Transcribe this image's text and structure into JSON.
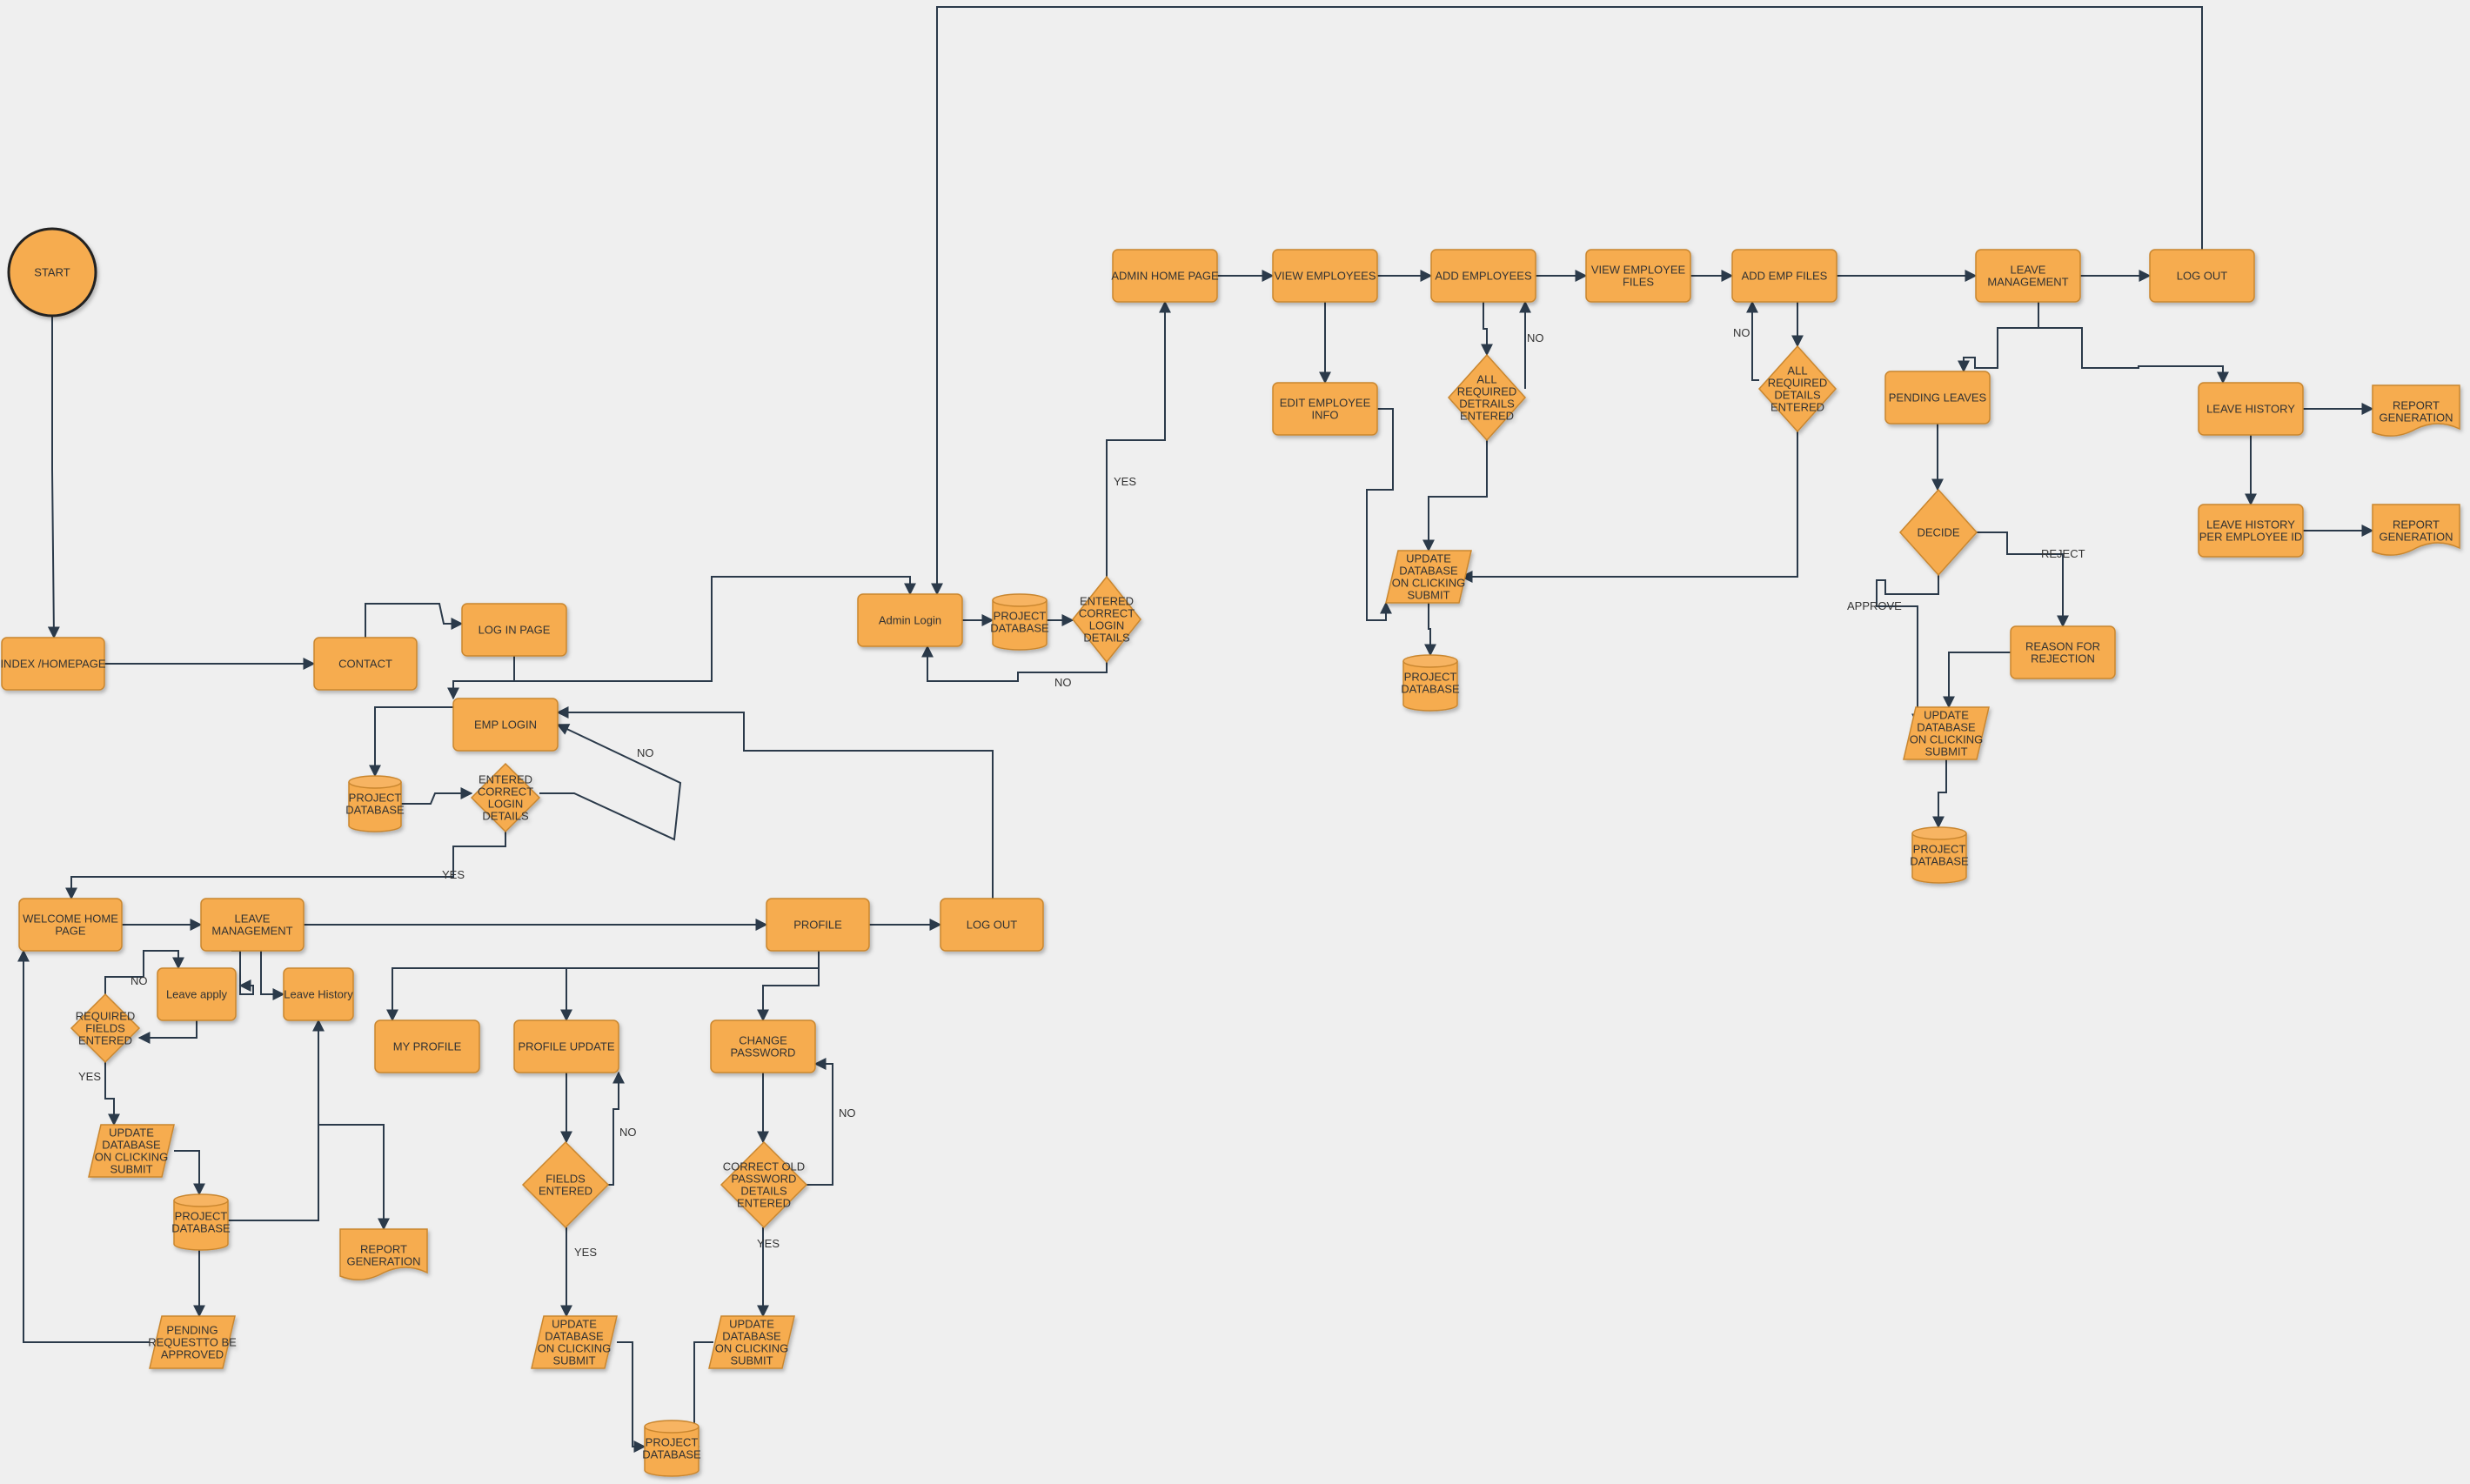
{
  "diagram": {
    "nodes": [
      {
        "id": "start",
        "shape": "circle",
        "text": [
          "START"
        ]
      },
      {
        "id": "index",
        "shape": "rect",
        "text": [
          "INDEX /HOMEPAGE"
        ]
      },
      {
        "id": "contact",
        "shape": "rect",
        "text": [
          "CONTACT"
        ]
      },
      {
        "id": "login_page",
        "shape": "rect",
        "text": [
          "LOG IN PAGE"
        ]
      },
      {
        "id": "emp_login",
        "shape": "rect",
        "text": [
          "EMP LOGIN"
        ]
      },
      {
        "id": "db_emp_login",
        "shape": "cylinder",
        "text": [
          "PROJECT",
          "DATABASE"
        ]
      },
      {
        "id": "dec_emp_login",
        "shape": "diamond",
        "text": [
          "ENTERED",
          "CORRECT",
          "LOGIN",
          "DETAILS"
        ]
      },
      {
        "id": "welcome",
        "shape": "rect",
        "text": [
          "WELCOME HOME",
          "PAGE"
        ]
      },
      {
        "id": "emp_leave_mgmt",
        "shape": "rect",
        "text": [
          "LEAVE",
          "MANAGEMENT"
        ]
      },
      {
        "id": "profile",
        "shape": "rect",
        "text": [
          "PROFILE"
        ]
      },
      {
        "id": "emp_logout",
        "shape": "rect",
        "text": [
          "LOG OUT"
        ]
      },
      {
        "id": "leave_apply",
        "shape": "rect",
        "text": [
          "Leave apply"
        ]
      },
      {
        "id": "leave_history_emp",
        "shape": "rect",
        "text": [
          "Leave History"
        ]
      },
      {
        "id": "dec_required_fields",
        "shape": "diamond",
        "text": [
          "REQUIRED",
          "FIELDS",
          "ENTERED"
        ]
      },
      {
        "id": "upd_leave",
        "shape": "parallelogram",
        "text": [
          "UPDATE",
          "DATABASE",
          "ON CLICKING",
          "SUBMIT"
        ]
      },
      {
        "id": "db_leave",
        "shape": "cylinder",
        "text": [
          "PROJECT",
          "DATABASE"
        ]
      },
      {
        "id": "pending_requests",
        "shape": "parallelogram",
        "text": [
          "PENDING",
          "REQUESTTO BE",
          "APPROVED"
        ]
      },
      {
        "id": "report_emp",
        "shape": "document",
        "text": [
          "REPORT",
          "GENERATION"
        ]
      },
      {
        "id": "my_profile",
        "shape": "rect",
        "text": [
          "MY PROFILE"
        ]
      },
      {
        "id": "profile_update",
        "shape": "rect",
        "text": [
          "PROFILE UPDATE"
        ]
      },
      {
        "id": "change_password",
        "shape": "rect",
        "text": [
          "CHANGE",
          "PASSWORD"
        ]
      },
      {
        "id": "dec_fields",
        "shape": "diamond",
        "text": [
          "FIELDS",
          "ENTERED"
        ]
      },
      {
        "id": "dec_password",
        "shape": "diamond",
        "text": [
          "CORRECT OLD",
          "PASSWORD",
          "DETAILS",
          "ENTERED"
        ]
      },
      {
        "id": "upd_profile",
        "shape": "parallelogram",
        "text": [
          "UPDATE",
          "DATABASE",
          "ON CLICKING",
          "SUBMIT"
        ]
      },
      {
        "id": "upd_password",
        "shape": "parallelogram",
        "text": [
          "UPDATE",
          "DATABASE",
          "ON CLICKING",
          "SUBMIT"
        ]
      },
      {
        "id": "db_profile",
        "shape": "cylinder",
        "text": [
          "PROJECT",
          "DATABASE"
        ]
      },
      {
        "id": "admin_login",
        "shape": "rect",
        "text": [
          "Admin Login"
        ]
      },
      {
        "id": "db_admin_login",
        "shape": "cylinder",
        "text": [
          "PROJECT",
          "DATABASE"
        ]
      },
      {
        "id": "dec_admin_login",
        "shape": "diamond",
        "text": [
          "ENTERED",
          "CORRECT",
          "LOGIN",
          "DETAILS"
        ]
      },
      {
        "id": "admin_home",
        "shape": "rect",
        "text": [
          "ADMIN HOME PAGE"
        ]
      },
      {
        "id": "view_employees",
        "shape": "rect",
        "text": [
          "VIEW EMPLOYEES"
        ]
      },
      {
        "id": "add_employees",
        "shape": "rect",
        "text": [
          "ADD EMPLOYEES"
        ]
      },
      {
        "id": "view_emp_files",
        "shape": "rect",
        "text": [
          "VIEW EMPLOYEE",
          "FILES"
        ]
      },
      {
        "id": "add_emp_files",
        "shape": "rect",
        "text": [
          "ADD EMP FILES"
        ]
      },
      {
        "id": "admin_leave_mgmt",
        "shape": "rect",
        "text": [
          "LEAVE",
          "MANAGEMENT"
        ]
      },
      {
        "id": "admin_logout",
        "shape": "rect",
        "text": [
          "LOG OUT"
        ]
      },
      {
        "id": "edit_employee",
        "shape": "rect",
        "text": [
          "EDIT EMPLOYEE",
          "INFO"
        ]
      },
      {
        "id": "dec_add_emp",
        "shape": "diamond",
        "text": [
          "ALL",
          "REQUIRED",
          "DETRAILS",
          "ENTERED"
        ]
      },
      {
        "id": "dec_add_files",
        "shape": "diamond",
        "text": [
          "ALL",
          "REQUIRED",
          "DETAILS",
          "ENTERED"
        ]
      },
      {
        "id": "upd_admin",
        "shape": "parallelogram",
        "text": [
          "UPDATE",
          "DATABASE",
          "ON CLICKING",
          "SUBMIT"
        ]
      },
      {
        "id": "db_admin",
        "shape": "cylinder",
        "text": [
          "PROJECT",
          "DATABASE"
        ]
      },
      {
        "id": "pending_leaves",
        "shape": "rect",
        "text": [
          "PENDING LEAVES"
        ]
      },
      {
        "id": "dec_decide",
        "shape": "diamond",
        "text": [
          "DECIDE"
        ]
      },
      {
        "id": "reason_rejection",
        "shape": "rect",
        "text": [
          "REASON FOR",
          "REJECTION"
        ]
      },
      {
        "id": "upd_leaves",
        "shape": "parallelogram",
        "text": [
          "UPDATE",
          "DATABASE",
          "ON CLICKING",
          "SUBMIT"
        ]
      },
      {
        "id": "db_leaves",
        "shape": "cylinder",
        "text": [
          "PROJECT",
          "DATABASE"
        ]
      },
      {
        "id": "leave_history_admin",
        "shape": "rect",
        "text": [
          "LEAVE HISTORY"
        ]
      },
      {
        "id": "leave_history_per_emp",
        "shape": "rect",
        "text": [
          "LEAVE HISTORY",
          "PER EMPLOYEE ID"
        ]
      },
      {
        "id": "report_1",
        "shape": "document",
        "text": [
          "REPORT",
          "GENERATION"
        ]
      },
      {
        "id": "report_2",
        "shape": "document",
        "text": [
          "REPORT",
          "GENERATION"
        ]
      }
    ],
    "edges": [
      {
        "id": "e_start_index"
      },
      {
        "id": "e_index_contact"
      },
      {
        "id": "e_contact_login"
      },
      {
        "id": "e_login_admin"
      },
      {
        "id": "e_login_emp"
      },
      {
        "id": "e_emp_db"
      },
      {
        "id": "e_db_dec"
      },
      {
        "id": "e_dec_emp_no",
        "label": "NO"
      },
      {
        "id": "e_dec_welcome_yes",
        "label": "YES"
      },
      {
        "id": "e_welcome_leave"
      },
      {
        "id": "e_leave_profile"
      },
      {
        "id": "e_profile_logout"
      },
      {
        "id": "e_logout_emplogin"
      },
      {
        "id": "e_leave_apply"
      },
      {
        "id": "e_leave_history"
      },
      {
        "id": "e_apply_dec"
      },
      {
        "id": "e_dec_apply_no",
        "label": "NO"
      },
      {
        "id": "e_dec_upd_yes",
        "label": "YES"
      },
      {
        "id": "e_upd_db"
      },
      {
        "id": "e_db_pending"
      },
      {
        "id": "e_pending_welcome"
      },
      {
        "id": "e_db_history"
      },
      {
        "id": "e_history_report"
      },
      {
        "id": "e_profile_my"
      },
      {
        "id": "e_profile_update"
      },
      {
        "id": "e_profile_pass"
      },
      {
        "id": "e_update_dec"
      },
      {
        "id": "e_dec_update_no",
        "label": "NO"
      },
      {
        "id": "e_dec_updprofile_yes",
        "label": "YES"
      },
      {
        "id": "e_updprofile_db"
      },
      {
        "id": "e_pass_dec"
      },
      {
        "id": "e_dec_pass_no",
        "label": "NO"
      },
      {
        "id": "e_dec_updpass_yes",
        "label": "YES"
      },
      {
        "id": "e_updpass_db"
      },
      {
        "id": "e_admin_db"
      },
      {
        "id": "e_admindb_dec"
      },
      {
        "id": "e_dec_admin_no",
        "label": "NO"
      },
      {
        "id": "e_dec_home_yes",
        "label": "YES"
      },
      {
        "id": "e_home_view"
      },
      {
        "id": "e_view_add"
      },
      {
        "id": "e_add_viewfiles"
      },
      {
        "id": "e_viewfiles_addfiles"
      },
      {
        "id": "e_addfiles_leave"
      },
      {
        "id": "e_leave_logout"
      },
      {
        "id": "e_logout_admin"
      },
      {
        "id": "e_view_edit"
      },
      {
        "id": "e_edit_upd"
      },
      {
        "id": "e_add_dec"
      },
      {
        "id": "e_dec_add_no",
        "label": "NO"
      },
      {
        "id": "e_dec_updadmin"
      },
      {
        "id": "e_addfiles_dec"
      },
      {
        "id": "e_dec_addfiles_no",
        "label": "NO"
      },
      {
        "id": "e_decfiles_upd"
      },
      {
        "id": "e_updadmin_db"
      },
      {
        "id": "e_leave_pending"
      },
      {
        "id": "e_leave_histadmin"
      },
      {
        "id": "e_pending_decide"
      },
      {
        "id": "e_decide_approve",
        "label": "APPROVE"
      },
      {
        "id": "e_decide_reject",
        "label": "REJECT"
      },
      {
        "id": "e_reason_upd"
      },
      {
        "id": "e_updleaves_db"
      },
      {
        "id": "e_hist_report1"
      },
      {
        "id": "e_hist_per"
      },
      {
        "id": "e_per_report2"
      }
    ]
  }
}
